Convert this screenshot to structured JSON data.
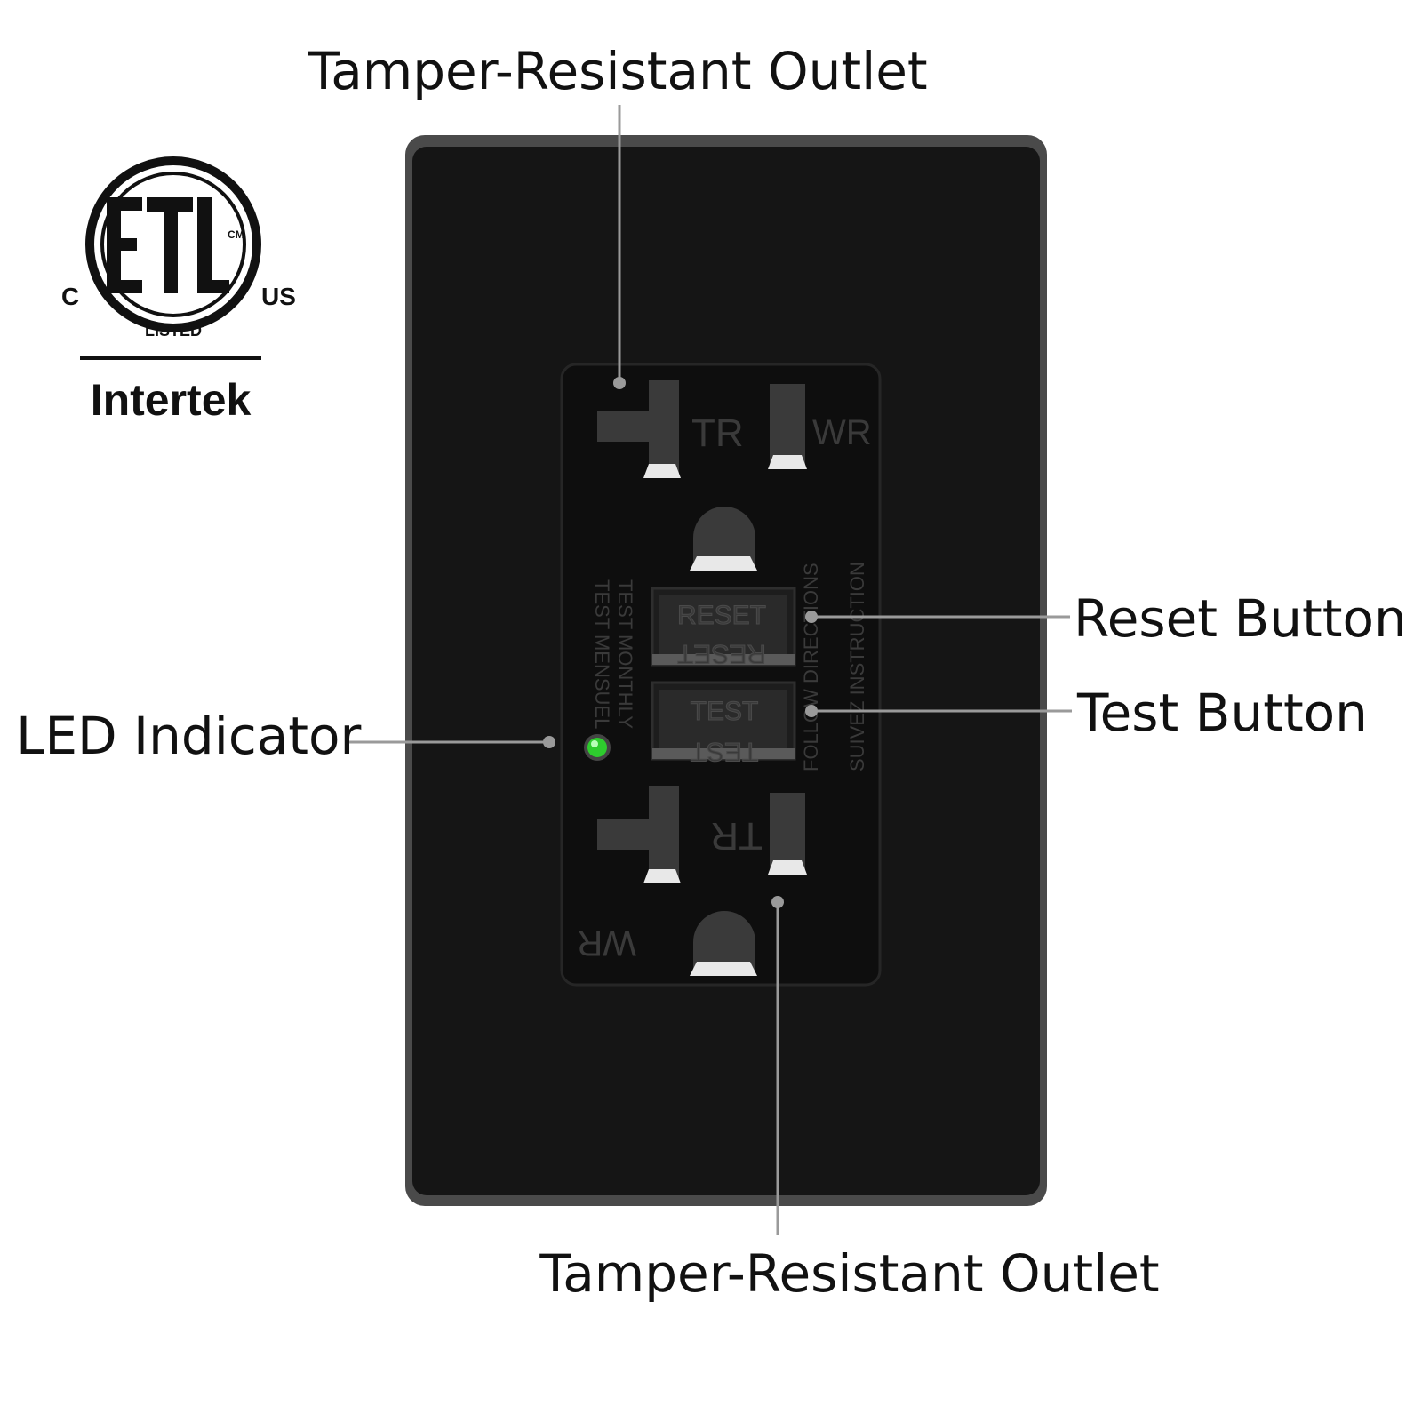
{
  "callouts": {
    "top_outlet": "Tamper-Resistant Outlet",
    "reset": "Reset Button",
    "test": "Test Button",
    "led": "LED Indicator",
    "bottom_outlet": "Tamper-Resistant Outlet"
  },
  "certification": {
    "mark": "ETL",
    "c": "C",
    "us": "US",
    "cm": "CM",
    "listed": "LISTED",
    "brand": "Intertek"
  },
  "receptacle": {
    "tr_top": "TR",
    "wr_top": "WR",
    "tr_bottom": "TR",
    "wr_bottom": "WR",
    "reset_label": "RESET",
    "test_label": "TEST",
    "left_side_line1": "TEST MONTHLY",
    "left_side_line2": "TEST MENSUEL",
    "right_side_line1": "FOLLOW DIRECTIONS",
    "right_side_line2": "SUIVEZ INSTRUCTION"
  },
  "colors": {
    "plate": "#141414",
    "plate_rim": "#4a4a4a",
    "receptacle_face": "#0e0e0e",
    "button": "#2a2a2a",
    "led": "#2ecc2e",
    "leader_line": "#9a9a9a"
  }
}
